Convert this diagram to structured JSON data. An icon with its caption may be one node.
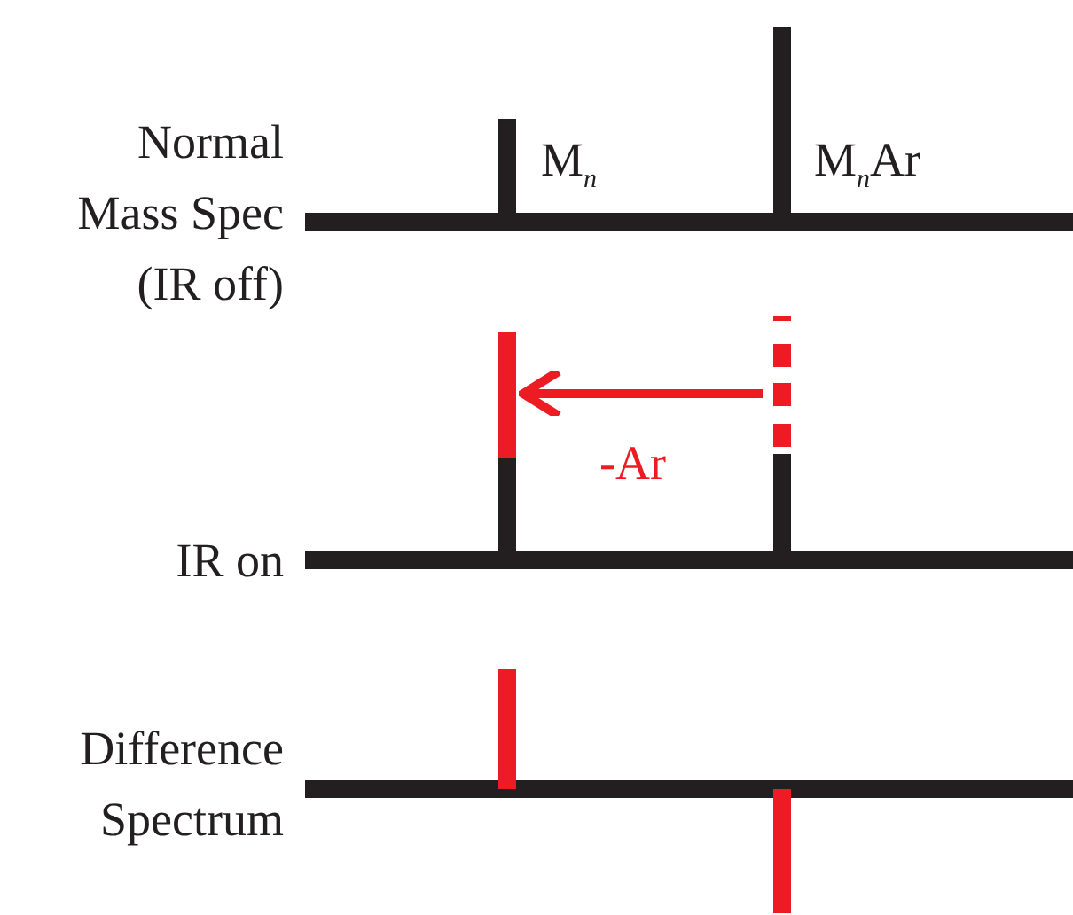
{
  "diagram": {
    "nodes": [
      {
        "text": [],
        "shape": "bar"
      },
      {
        "text": [],
        "shape": "bar"
      },
      {
        "text": [],
        "shape": "bar"
      },
      {
        "text": [],
        "shape": "bar"
      },
      {
        "text": [],
        "shape": "bar"
      },
      {
        "text": [],
        "shape": "bar"
      }
    ],
    "edges": [
      {
        "from": 3,
        "to": 2,
        "arrow": "to",
        "label": "-Ar"
      }
    ],
    "labels": [
      "Normal Mass Spec (IR off)",
      "M$_{n}$",
      "M$_{n}$Ar",
      "IR on",
      "Difference Spectrum"
    ]
  }
}
